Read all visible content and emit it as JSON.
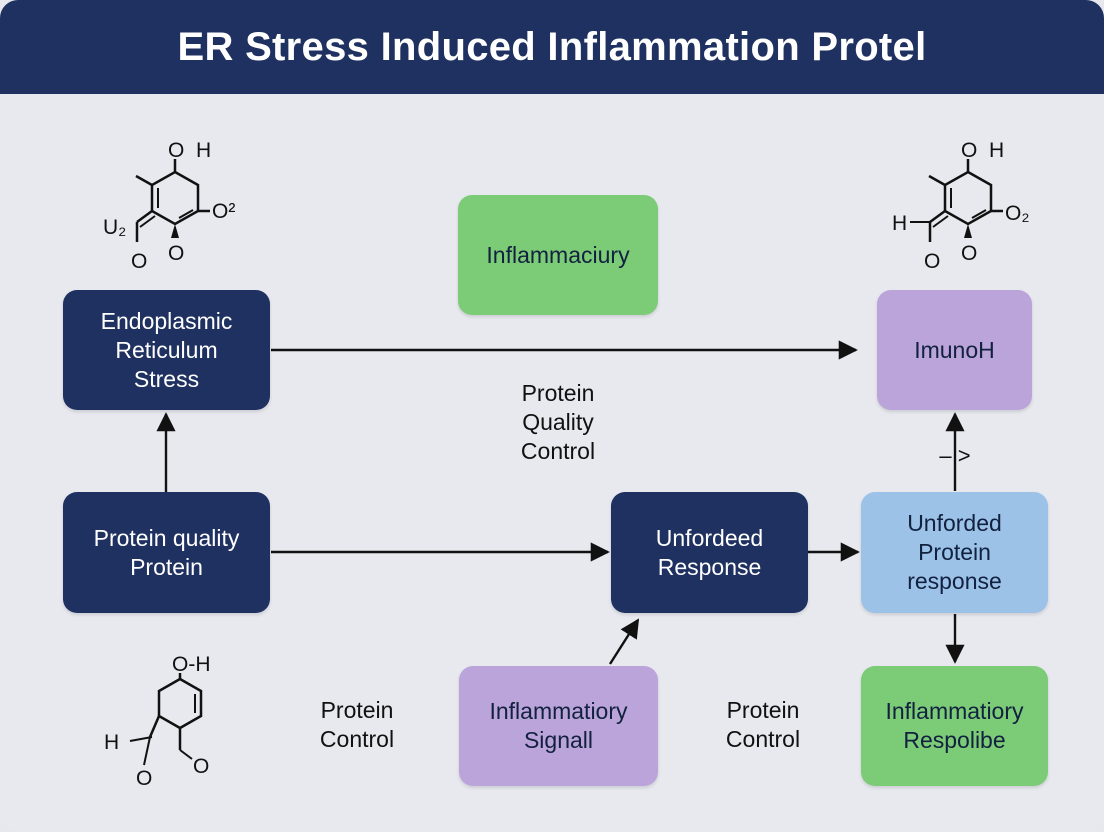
{
  "header": {
    "title": "ER Stress Induced Inflammation Protel"
  },
  "nodes": {
    "er_stress": "Endoplasmic\nReticulum\nStress",
    "inflammatory_top": "Inflammaciury",
    "immuno": "ImunoH",
    "protein_quality": "Protein quality\nProtein",
    "unfolded_response": "Unfordeed\nResponse",
    "unfolded_protein_response": "Unforded\nProtein\nresponse",
    "inflammatory_signal": "Inflammatiory\nSignall",
    "inflammatory_response": "Inflammatiory\nRespolibe"
  },
  "labels": {
    "protein_quality_control": "Protein\nQuality\nControl",
    "protein_control_left": "Protein\nControl",
    "protein_control_right": "Protein\nControl",
    "arrow_marks": "–  >"
  },
  "molecules": {
    "top_left": {
      "labels": [
        "O",
        "H",
        "U₂",
        "O²",
        "O",
        "O"
      ]
    },
    "top_right": {
      "labels": [
        "O",
        "H",
        "H",
        "O₂",
        "O",
        "O"
      ]
    },
    "bottom_left": {
      "labels": [
        "O-H",
        "H",
        "O",
        "O"
      ]
    }
  },
  "colors": {
    "navy": "#1f3160",
    "green": "#7ccb76",
    "purple": "#bba4d9",
    "blue": "#9cc2e8",
    "background": "#e7e9ef"
  }
}
